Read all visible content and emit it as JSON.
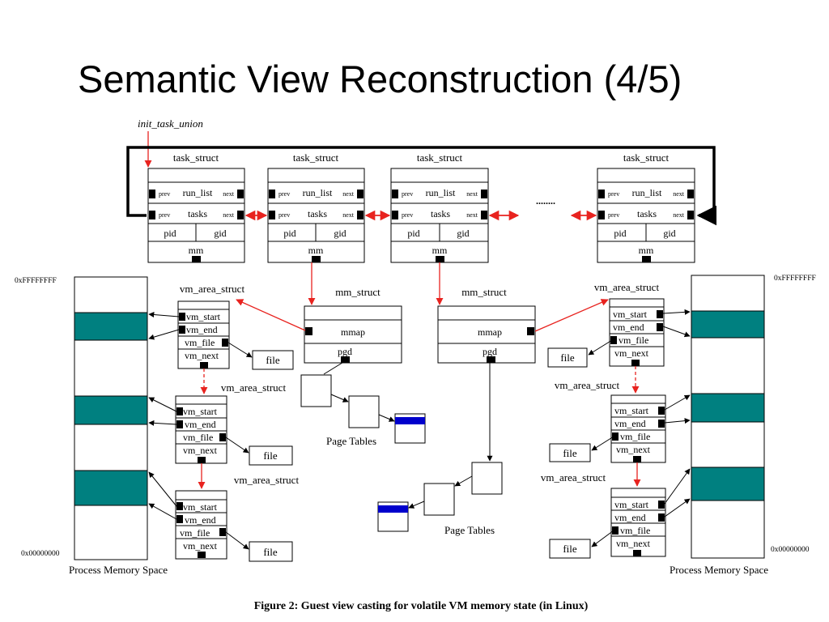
{
  "title": "Semantic View Reconstruction (4/5)",
  "labels": {
    "init_task_union": "init_task_union",
    "task_struct": "task_struct",
    "run_list": "run_list",
    "tasks": "tasks",
    "prev": "prev",
    "next": "next",
    "pid": "pid",
    "gid": "gid",
    "mm": "mm",
    "ellipsis": "........",
    "mm_struct": "mm_struct",
    "mmap": "mmap",
    "pgd": "pgd",
    "vm_area_struct": "vm_area_struct",
    "vm_start": "vm_start",
    "vm_end": "vm_end",
    "vm_file": "vm_file",
    "vm_next": "vm_next",
    "file": "file",
    "page_tables": "Page Tables",
    "addr_high": "0xFFFFFFFF",
    "addr_low": "0x00000000",
    "process_memory_space": "Process Memory Space"
  },
  "caption": "Figure 2: Guest view casting for volatile VM memory state (in Linux)",
  "colors": {
    "arrow_red": "#e8231f",
    "region_teal": "#008080",
    "page_blue": "#0000cc",
    "line": "#000000"
  }
}
